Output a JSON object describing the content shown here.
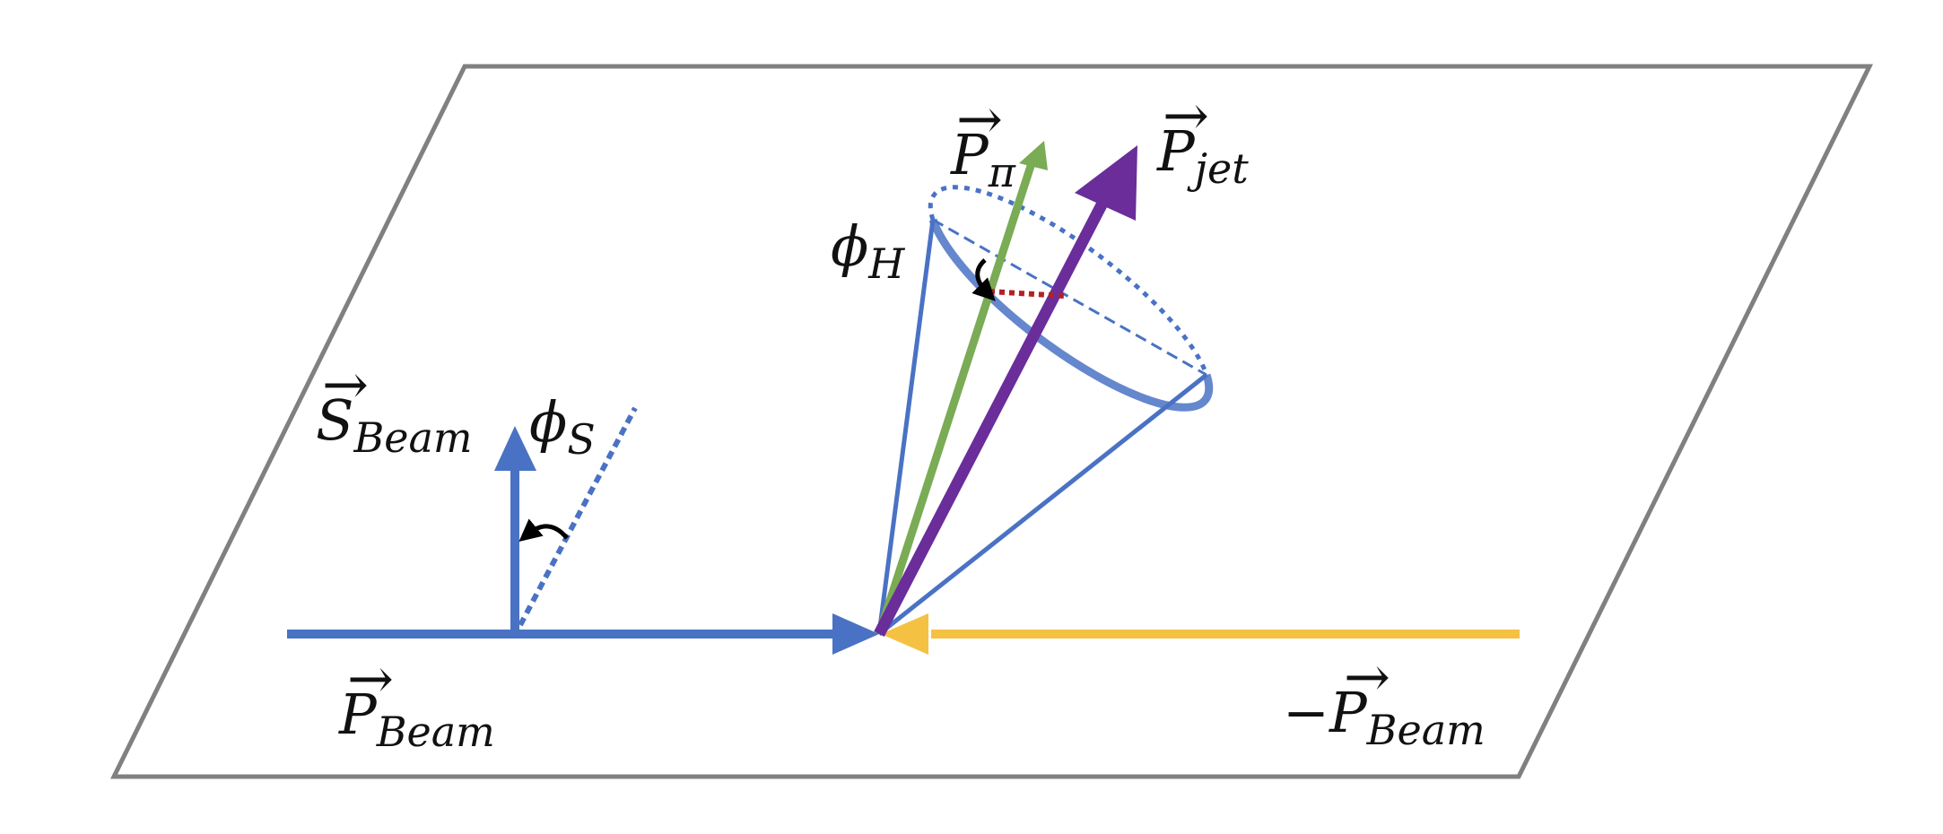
{
  "colors": {
    "plane": "#808080",
    "beam": "#4a72c4",
    "anti_beam": "#f5c142",
    "pion": "#7aab55",
    "jet": "#6a2d9a",
    "cone": "#4a72c4",
    "radial": "#b22222",
    "rotation_arrow": "#000000"
  },
  "labels": {
    "p_beam": {
      "main": "P",
      "sub": "Beam",
      "arrow": "→"
    },
    "neg_beam": {
      "prefix": "−",
      "main": "P",
      "sub": "Beam",
      "arrow": "→"
    },
    "s_beam": {
      "main": "S",
      "sub": "Beam",
      "arrow": "→"
    },
    "phi_s": {
      "main": "ϕ",
      "sub": "S"
    },
    "phi_h": {
      "main": "ϕ",
      "sub": "H"
    },
    "p_pi": {
      "main": "P",
      "sub": "π",
      "arrow": "→"
    },
    "p_jet": {
      "main": "P",
      "sub": "jet",
      "arrow": "→"
    }
  }
}
